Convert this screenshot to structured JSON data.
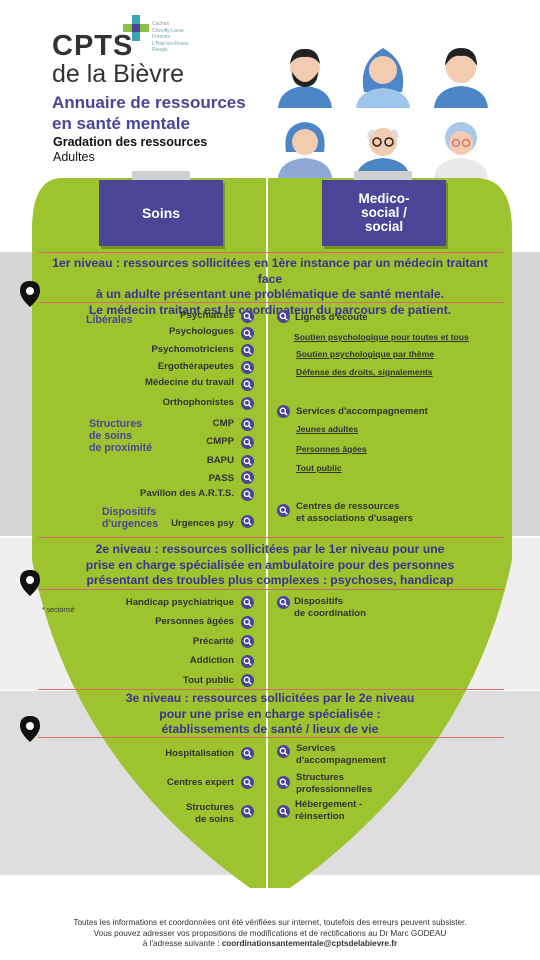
{
  "brand": {
    "cpts": "CPTS",
    "bievre": "de la Bièvre",
    "small_lines": [
      "Cachan",
      "Chevilly-Larue",
      "Fresnes",
      "L'Haÿ-les-Roses",
      "Rungis"
    ]
  },
  "title": {
    "line1": "Annuaire de ressources",
    "line2": "en santé mentale",
    "subtitle": "Gradation des ressources",
    "audience": "Adultes"
  },
  "columns": {
    "left": "Soins",
    "right_l1": "Medico-",
    "right_l2": "social /",
    "right_l3": "social"
  },
  "level1": {
    "l1": "1er niveau : ressources sollicitées en 1ère instance par un médecin traitant face",
    "l2": "à un adulte présentant une problématique de santé mentale.",
    "l3": "Le médecin traitant est le coordinateur du parcours de patient."
  },
  "level2": {
    "l1": "2e niveau : ressources sollicitées par le 1er niveau pour une",
    "l2": "prise en charge spécialisée en ambulatoire pour des personnes",
    "l3": "présentant des troubles plus complexes : psychoses, handicap"
  },
  "level3": {
    "l1": "3e niveau : ressources sollicitées par le 2e niveau",
    "l2": "pour une prise en charge spécialisée :",
    "l3": "établissements de santé / lieux de vie"
  },
  "categories": {
    "liberales": "Libérales",
    "structures_l1": "Structures",
    "structures_l2": "de soins",
    "structures_l3": "de proximité",
    "dispositifs_l1": "Dispositifs",
    "dispositifs_l2": "d'urgences"
  },
  "left_items": {
    "psychiatres": "Psychiatres",
    "psychologues": "Psychologues",
    "psychomotriciens": "Psychomotriciens",
    "ergotherapeutes": "Ergothérapeutes",
    "medecine_travail": "Médecine du travail",
    "orthophonistes": "Orthophonistes",
    "cmp": "CMP",
    "cmpp": "CMPP",
    "bapu": "BAPU",
    "pass": "PASS",
    "pavillon": "Pavillon des A.R.T.S.",
    "urgences": "Urgences psy",
    "handicap": "Handicap psychiatrique",
    "agees": "Personnes âgées",
    "precarite": "Précarité",
    "addiction": "Addiction",
    "tout_public": "Tout public",
    "hospitalisation": "Hospitalisation",
    "centres_expert": "Centres expert",
    "structures_soins_l1": "Structures",
    "structures_soins_l2": "de soins"
  },
  "right_items": {
    "lignes": "Lignes d'écoute",
    "soutien_tous": "Soutien psychologique pour toutes et tous",
    "soutien_theme": "Soutien psychologique par thème",
    "defense": "Défense des droits, signalements",
    "services": "Services d'accompagnement",
    "jeunes": "Jeunes adultes",
    "agees": "Personnes âgées",
    "tout_public": "Tout public",
    "centres_l1": "Centres de ressources",
    "centres_l2": "et associations d'usagers",
    "dispositifs_l1": "Dispositifs",
    "dispositifs_l2": "de coordination",
    "services3_l1": "Services",
    "services3_l2": "d'accompagnement",
    "structures_l1": "Structures",
    "structures_l2": "professionnelles",
    "hebergement_l1": "Hébergement -",
    "hebergement_l2": "réinsertion"
  },
  "note": "* sectorisé",
  "footer": {
    "l1": "Toutes les informations et coordonnées ont été vérifiées sur internet, toutefois des erreurs peuvent subsister.",
    "l2": "Vous pouvez adresser vos propositions de modifications et de rectifications au Dr Marc GODEAU",
    "l3_prefix": "à l'adresse suivante : ",
    "email": "coordinationsantementale@cptsdelabievre.fr"
  },
  "colors": {
    "accent": "#4b4497",
    "funnel_green": "#9dc42e",
    "red_line": "#e36a6a",
    "brand_cross": [
      "#3aa3b8",
      "#8cc043",
      "#4b4497"
    ]
  },
  "icons": [
    "search-icon",
    "location-pin-icon",
    "person-avatar-icon",
    "cross-logo-icon"
  ]
}
